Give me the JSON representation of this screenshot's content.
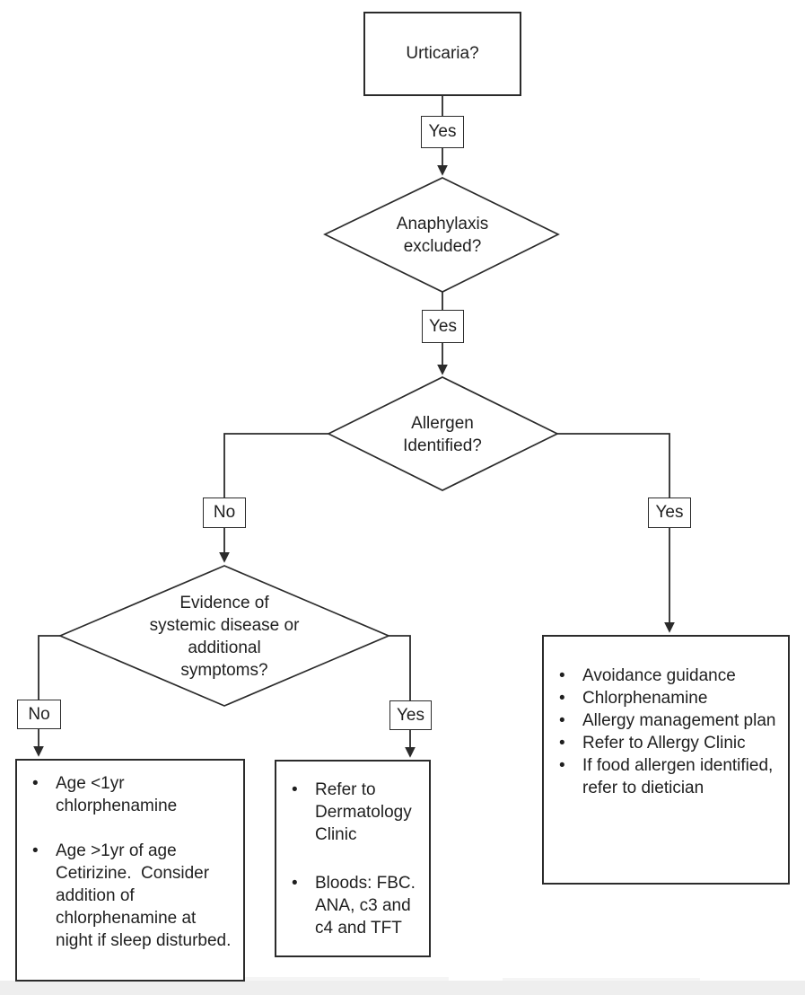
{
  "flowchart": {
    "start": {
      "label": "Urticaria?"
    },
    "decisions": {
      "anaphylaxis": {
        "label": "Anaphylaxis excluded?"
      },
      "allergen": {
        "label": "Allergen Identified?"
      },
      "systemic": {
        "label": "Evidence of systemic disease or additional symptoms?"
      }
    },
    "edge_labels": {
      "urticaria_yes": "Yes",
      "anaphylaxis_yes": "Yes",
      "allergen_no": "No",
      "allergen_yes": "Yes",
      "systemic_no": "No",
      "systemic_yes": "Yes"
    },
    "outcomes": {
      "no_systemic_disease": {
        "items": [
          "Age <1yr chlorphenamine",
          "Age >1yr of age Cetirizine.  Consider addition of chlorphenamine at night if sleep disturbed."
        ]
      },
      "systemic_disease": {
        "items": [
          "Refer to Dermatology Clinic",
          "Bloods: FBC. ANA, c3 and c4 and TFT"
        ]
      },
      "allergen_identified": {
        "items": [
          "Avoidance guidance",
          "Chlorphenamine",
          "Allergy management plan",
          "Refer to Allergy Clinic",
          "If food allergen identified, refer to dietician"
        ]
      }
    },
    "colors": {
      "line": "#2b2b2b",
      "text": "#1f1f1f",
      "background": "#ffffff",
      "footer_band": "#eeeeee"
    }
  }
}
